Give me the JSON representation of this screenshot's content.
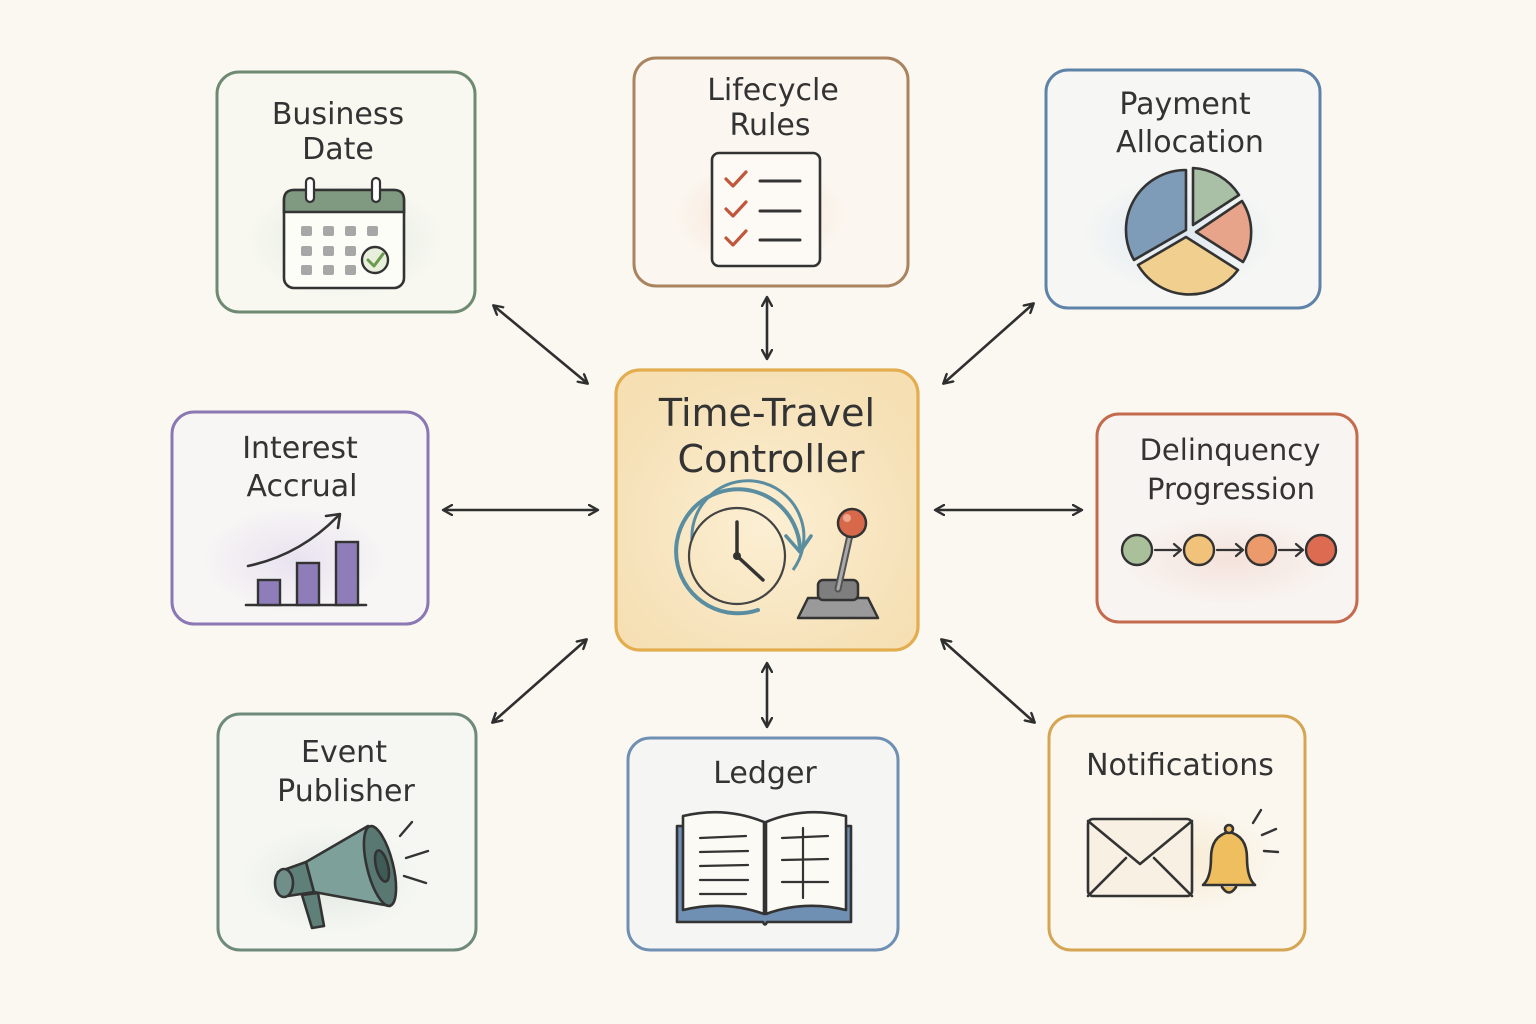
{
  "diagram": {
    "center": {
      "label_line1": "Time-Travel",
      "label_line2": "Controller",
      "icons": [
        "clock-rewind-icon",
        "joystick-lever-icon"
      ],
      "color": "#e7b75a",
      "fill": "#f7e6c2"
    },
    "nodes": {
      "business_date": {
        "label_line1": "Business",
        "label_line2": "Date",
        "icon": "calendar-check-icon",
        "color": "#6f8a72"
      },
      "lifecycle_rules": {
        "label_line1": "Lifecycle",
        "label_line2": "Rules",
        "icon": "checklist-icon",
        "color": "#a9845f"
      },
      "payment_allocation": {
        "label_line1": "Payment",
        "label_line2": "Allocation",
        "icon": "pie-chart-icon",
        "color": "#5f83a8"
      },
      "interest_accrual": {
        "label_line1": "Interest",
        "label_line2": "Accrual",
        "icon": "bar-chart-trend-icon",
        "color": "#8a77b3"
      },
      "delinquency_progression": {
        "label_line1": "Delinquency",
        "label_line2": "Progression",
        "icon": "progression-dots-icon",
        "color": "#c56b4d"
      },
      "event_publisher": {
        "label_line1": "Event",
        "label_line2": "Publisher",
        "icon": "megaphone-icon",
        "color": "#6f8a7a"
      },
      "ledger": {
        "label_line1": "Ledger",
        "label_line2": "",
        "icon": "open-book-icon",
        "color": "#6f8fb3"
      },
      "notifications": {
        "label_line1": "Notifications",
        "label_line2": "",
        "icon": "envelope-bell-icon",
        "color": "#d4a653"
      }
    },
    "connectors": "bidirectional"
  }
}
